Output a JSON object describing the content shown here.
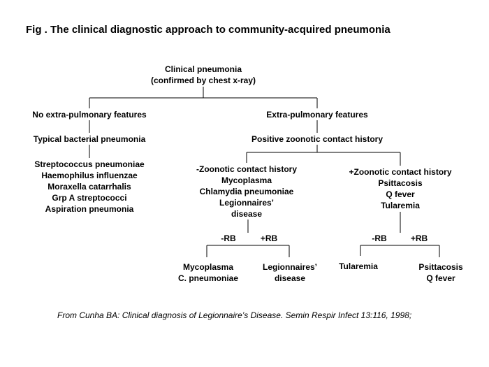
{
  "title": "Fig . The clinical diagnostic approach to community-acquired pneumonia",
  "citation": "From Cunha BA: Clinical diagnosis of Legionnaire’s Disease. Semin Respir Infect 13:116, 1998;",
  "nodes": {
    "root": [
      "Clinical pneumonia",
      "(confirmed by chest x-ray)"
    ],
    "no_extra": "No extra-pulmonary features",
    "extra": "Extra-pulmonary features",
    "typical": "Typical bacterial pneumonia",
    "zoonotic": "Positive zoonotic contact history",
    "typical_list": [
      "Streptococcus pneumoniae",
      "Haemophilus influenzae",
      "Moraxella catarrhalis",
      "Grp A streptococci",
      "Aspiration pneumonia"
    ],
    "neg_zoo": [
      "-Zoonotic contact history",
      "Mycoplasma",
      "Chlamydia pneumoniae",
      "Legionnaires’",
      "disease"
    ],
    "pos_zoo": [
      "+Zoonotic contact history",
      "Psittacosis",
      "Q fever",
      "Tularemia"
    ],
    "neg_rb_left": "-RB",
    "pos_rb_left": "+RB",
    "neg_rb_right": "-RB",
    "pos_rb_right": "+RB",
    "leaf_myco": [
      "Mycoplasma",
      "C. pneumoniae"
    ],
    "leaf_legion": [
      "Legionnaires’",
      "disease"
    ],
    "leaf_tular": [
      "Tularemia"
    ],
    "leaf_psitt": [
      "Psittacosis",
      "Q fever"
    ]
  }
}
